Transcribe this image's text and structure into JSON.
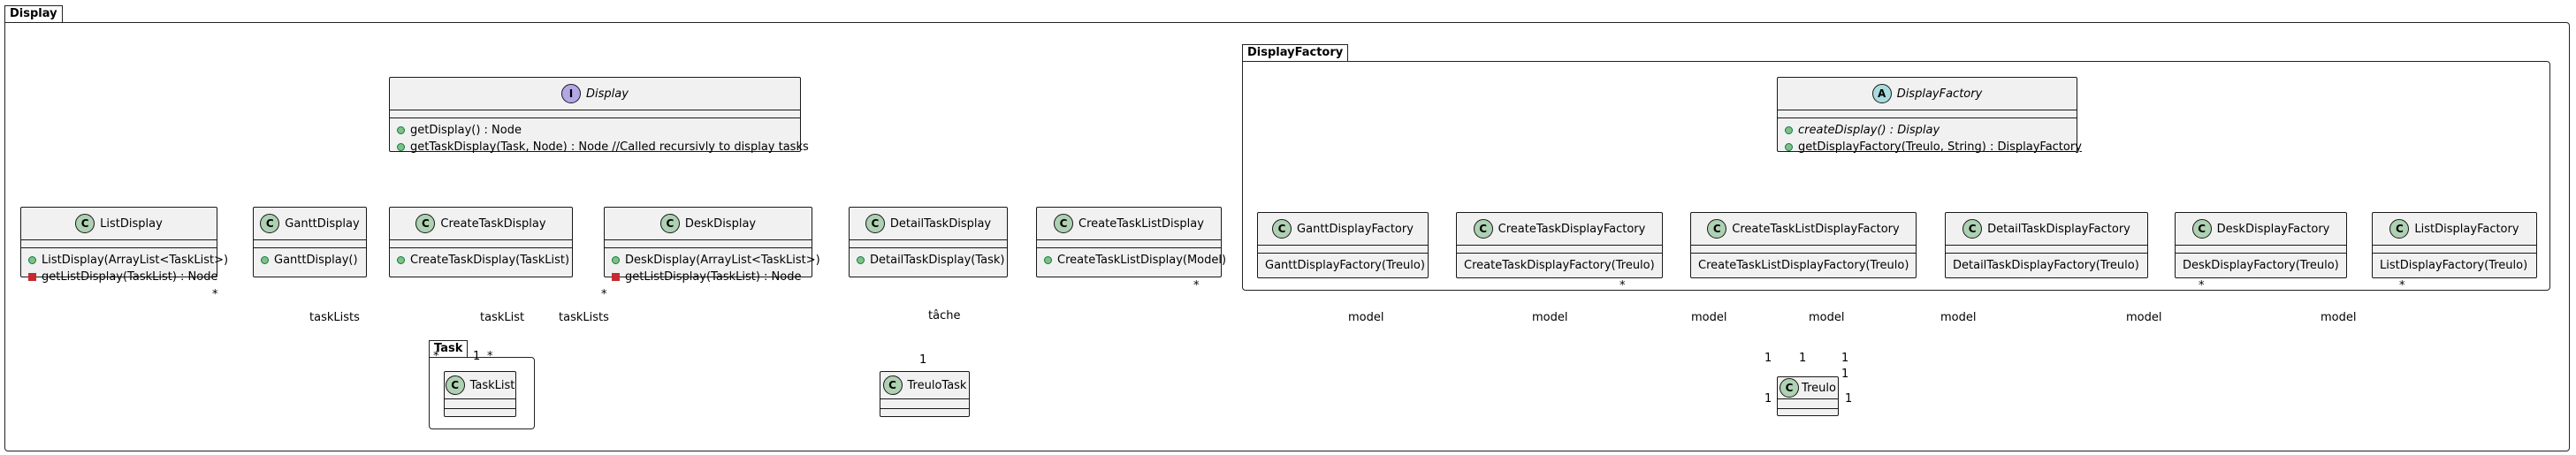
{
  "packages": {
    "display": "Display",
    "display_factory": "DisplayFactory",
    "task": "Task"
  },
  "classes": {
    "display_interface": {
      "stereotype": "I",
      "name": "Display",
      "methods": [
        "getDisplay() : Node",
        "getTaskDisplay(Task, Node) : Node //Called recursivly to display tasks"
      ]
    },
    "list_display": {
      "stereotype": "C",
      "name": "ListDisplay",
      "methods": [
        "ListDisplay(ArrayList<TaskList>)",
        "getListDisplay(TaskList) : Node"
      ]
    },
    "gantt_display": {
      "stereotype": "C",
      "name": "GanttDisplay",
      "methods": [
        "GanttDisplay()"
      ]
    },
    "create_task_display": {
      "stereotype": "C",
      "name": "CreateTaskDisplay",
      "methods": [
        "CreateTaskDisplay(TaskList)"
      ]
    },
    "desk_display": {
      "stereotype": "C",
      "name": "DeskDisplay",
      "methods": [
        "DeskDisplay(ArrayList<TaskList>)",
        "getListDisplay(TaskList) : Node"
      ]
    },
    "detail_task_display": {
      "stereotype": "C",
      "name": "DetailTaskDisplay",
      "methods": [
        "DetailTaskDisplay(Task)"
      ]
    },
    "create_task_list_display": {
      "stereotype": "C",
      "name": "CreateTaskListDisplay",
      "methods": [
        "CreateTaskListDisplay(Model)"
      ]
    },
    "display_factory": {
      "stereotype": "A",
      "name": "DisplayFactory",
      "methods": [
        "createDisplay() : Display",
        "getDisplayFactory(Treulo, String) : DisplayFactory"
      ]
    },
    "gantt_display_factory": {
      "stereotype": "C",
      "name": "GanttDisplayFactory",
      "methods": [
        "GanttDisplayFactory(Treulo)"
      ]
    },
    "create_task_display_factory": {
      "stereotype": "C",
      "name": "CreateTaskDisplayFactory",
      "methods": [
        "CreateTaskDisplayFactory(Treulo)"
      ]
    },
    "create_task_list_display_factory": {
      "stereotype": "C",
      "name": "CreateTaskListDisplayFactory",
      "methods": [
        "CreateTaskListDisplayFactory(Treulo)"
      ]
    },
    "detail_task_display_factory": {
      "stereotype": "C",
      "name": "DetailTaskDisplayFactory",
      "methods": [
        "DetailTaskDisplayFactory(Treulo)"
      ]
    },
    "desk_display_factory": {
      "stereotype": "C",
      "name": "DeskDisplayFactory",
      "methods": [
        "DeskDisplayFactory(Treulo)"
      ]
    },
    "list_display_factory": {
      "stereotype": "C",
      "name": "ListDisplayFactory",
      "methods": [
        "ListDisplayFactory(Treulo)"
      ]
    },
    "task_list": {
      "stereotype": "C",
      "name": "TaskList"
    },
    "treulo_task": {
      "stereotype": "C",
      "name": "TreuloTask"
    },
    "treulo": {
      "stereotype": "C",
      "name": "Treulo"
    }
  },
  "associations": {
    "list_tasklists": {
      "label": "taskLists",
      "mult_src": "*",
      "mult_dst": "*"
    },
    "create_tasklist": {
      "label": "taskList",
      "mult_src": "1"
    },
    "desk_tasklists": {
      "label": "taskLists",
      "mult_src": "*",
      "mult_dst": "*"
    },
    "detail_tache": {
      "label": "tâche",
      "mult_src": "1"
    },
    "model_label": "model",
    "mult_star": "*",
    "mult_one": "1"
  }
}
